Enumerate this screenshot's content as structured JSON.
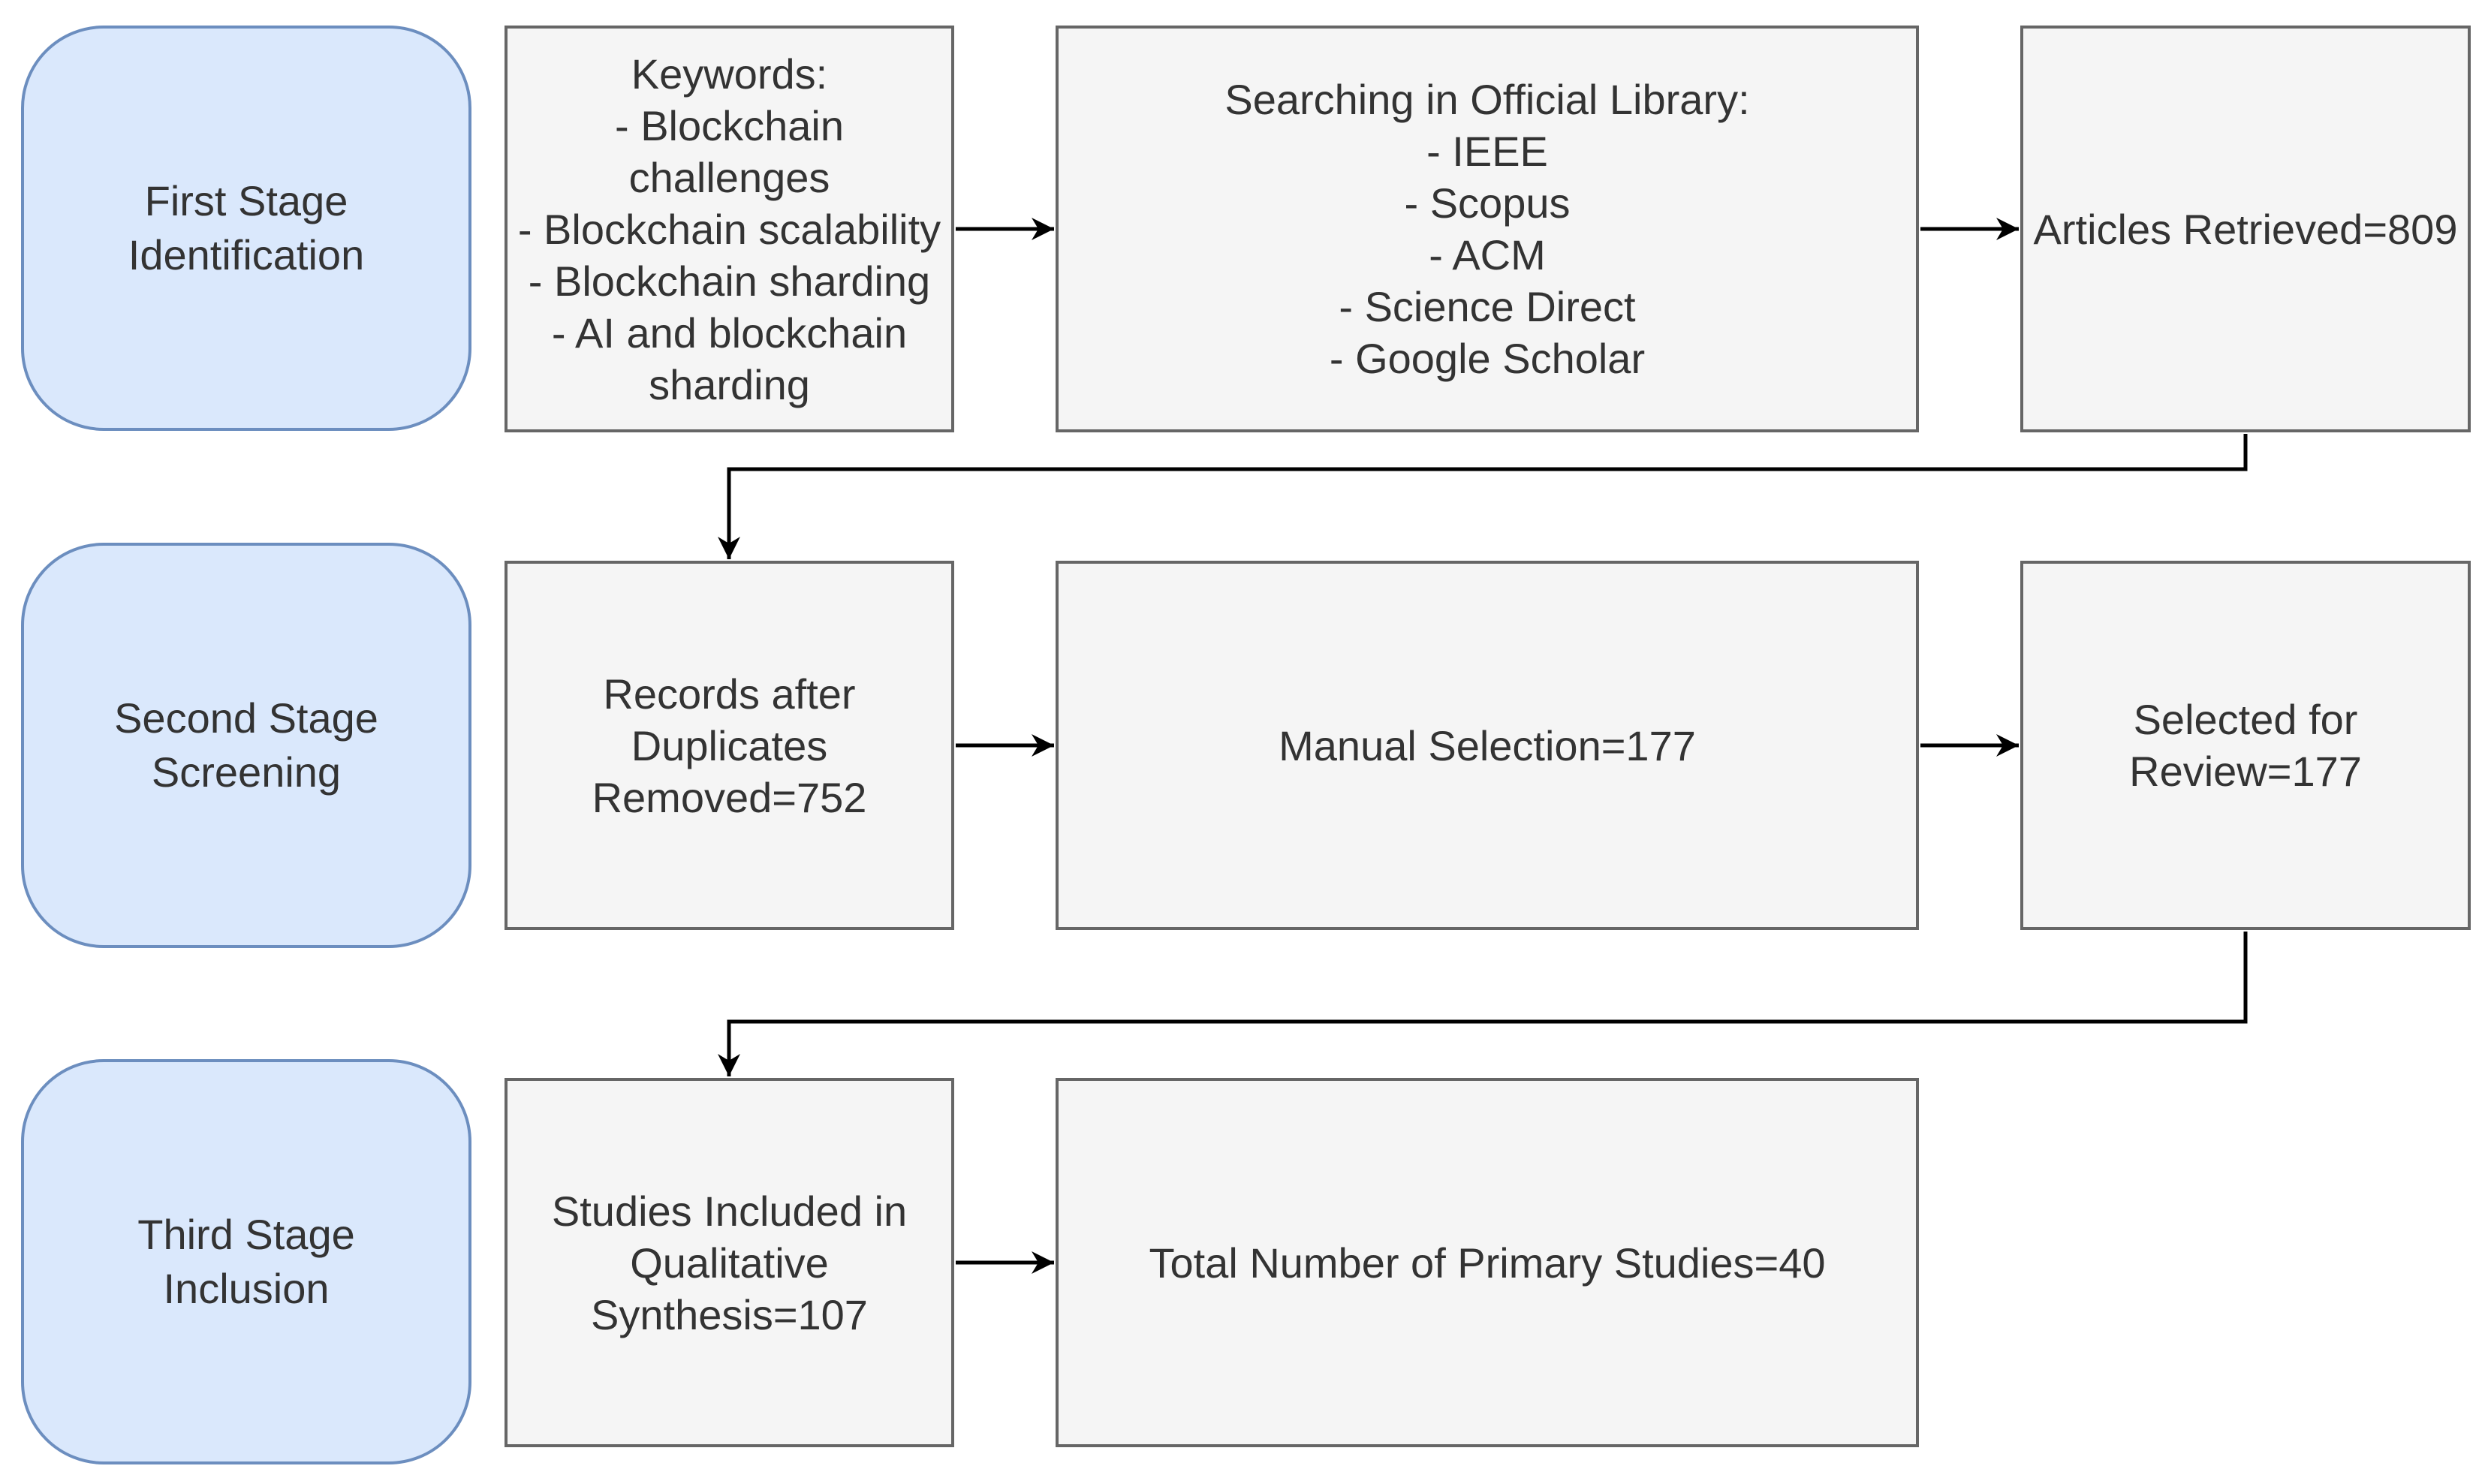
{
  "stages": {
    "first": [
      "First Stage",
      "Identification"
    ],
    "second": [
      "Second Stage",
      "Screening"
    ],
    "third": [
      "Third Stage",
      "Inclusion"
    ]
  },
  "boxes": {
    "keywords": [
      "Keywords:",
      "- Blockchain",
      "challenges",
      "- Blockchain scalability",
      "- Blockchain sharding",
      "- AI and blockchain",
      "sharding"
    ],
    "library": [
      "Searching in Official Library:",
      "- IEEE",
      "- Scopus",
      "- ACM",
      "- Science Direct",
      "- Google Scholar"
    ],
    "retrieved": [
      "Articles Retrieved=809"
    ],
    "duplicates": [
      "Records after",
      "Duplicates",
      "Removed=752"
    ],
    "manual": [
      "Manual Selection=177"
    ],
    "selected": [
      "Selected for",
      "Review=177"
    ],
    "qualitative": [
      "Studies Included in",
      "Qualitative",
      "Synthesis=107"
    ],
    "primary": [
      "Total Number of Primary Studies=40"
    ]
  },
  "colors": {
    "stage_fill": "#dae8fc",
    "stage_border": "#6c8ebf",
    "box_fill": "#f5f5f5",
    "box_border": "#666666",
    "connector": "#000000"
  }
}
